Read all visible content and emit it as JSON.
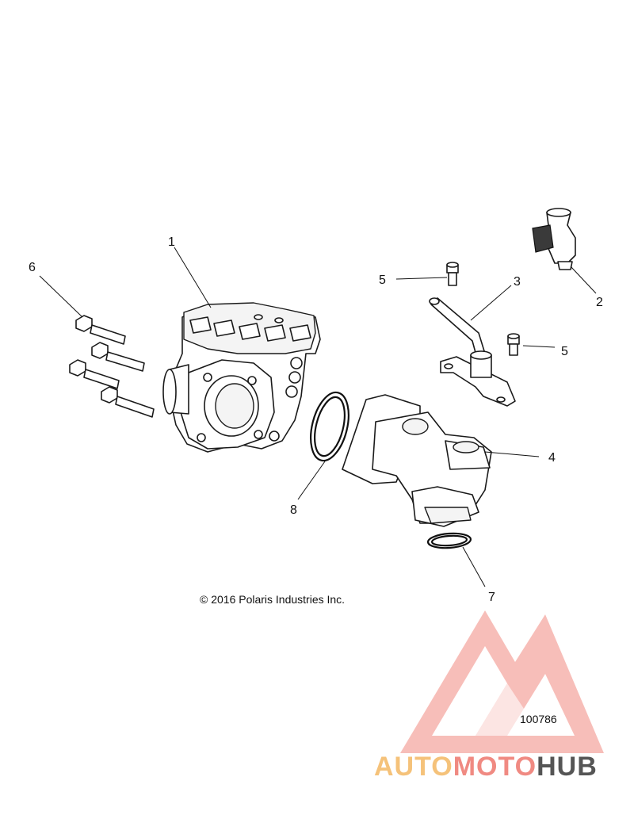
{
  "callouts": {
    "c1": "1",
    "c2": "2",
    "c3": "3",
    "c4": "4",
    "c5a": "5",
    "c5b": "5",
    "c6": "6",
    "c7": "7",
    "c8": "8"
  },
  "copyright": "© 2016 Polaris Industries Inc.",
  "figure_number": "100786",
  "watermark": {
    "part1": "AUTO",
    "part2": "MOTO",
    "part3": "HUB",
    "color_primary": "#f08a82",
    "color_secondary": "#f5c27a",
    "color_tertiary": "#555555"
  }
}
